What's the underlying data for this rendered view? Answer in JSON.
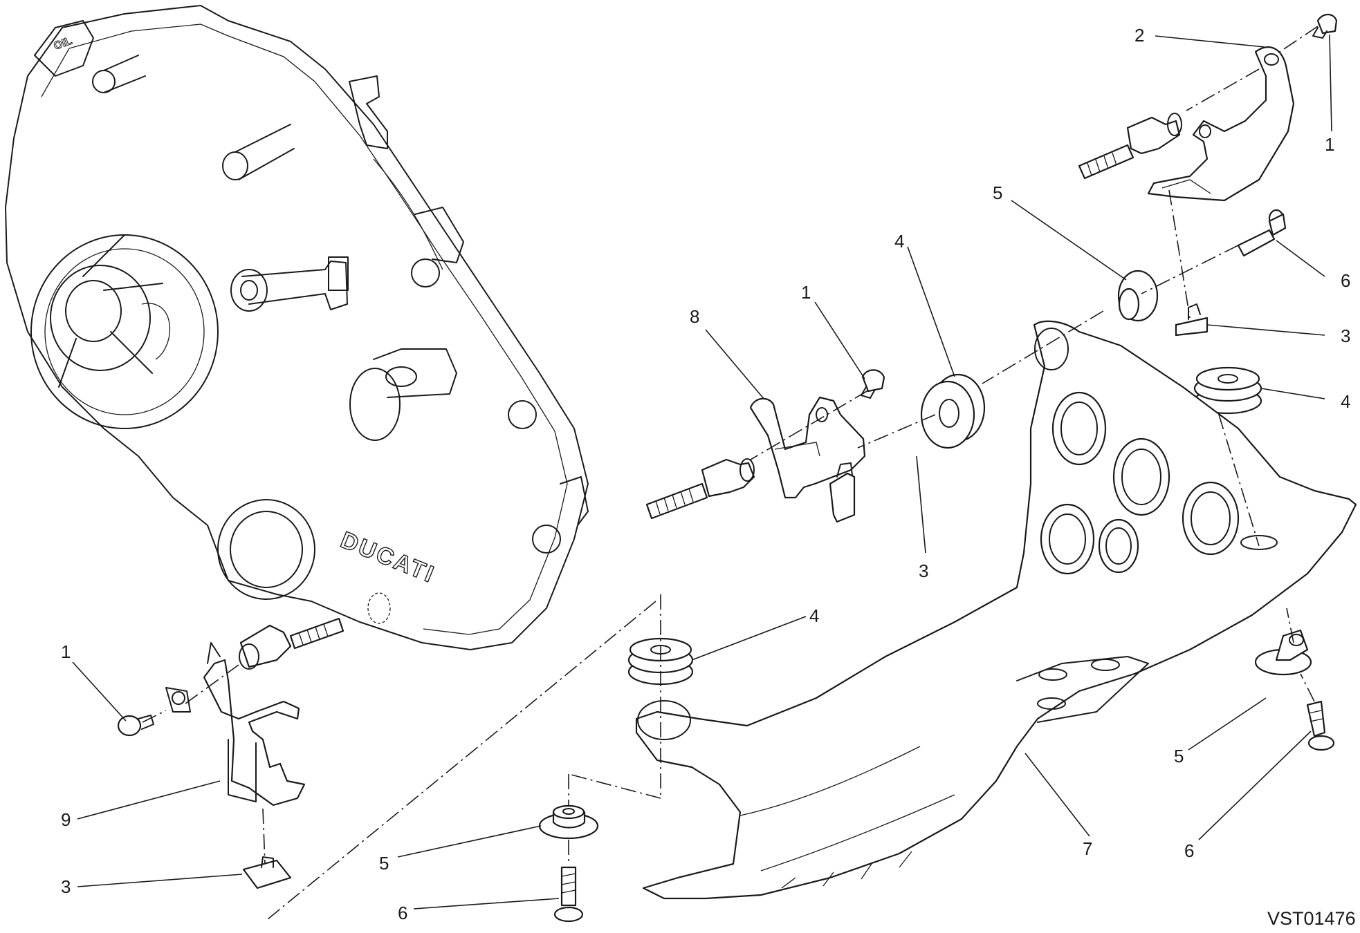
{
  "diagram_code": "VST01476",
  "cover_markings": {
    "brand": "DUCATI",
    "oil_cap": "OIL"
  },
  "callouts": [
    {
      "id": "c1a",
      "number": "2"
    },
    {
      "id": "c1b",
      "number": "1"
    },
    {
      "id": "c2",
      "number": "5"
    },
    {
      "id": "c3",
      "number": "4"
    },
    {
      "id": "c4",
      "number": "1"
    },
    {
      "id": "c5",
      "number": "8"
    },
    {
      "id": "c6",
      "number": "6"
    },
    {
      "id": "c7",
      "number": "3"
    },
    {
      "id": "c8",
      "number": "4"
    },
    {
      "id": "c9",
      "number": "3"
    },
    {
      "id": "c10",
      "number": "4"
    },
    {
      "id": "c11",
      "number": "1"
    },
    {
      "id": "c12",
      "number": "9"
    },
    {
      "id": "c13",
      "number": "3"
    },
    {
      "id": "c14",
      "number": "5"
    },
    {
      "id": "c15",
      "number": "6"
    },
    {
      "id": "c16",
      "number": "7"
    },
    {
      "id": "c17",
      "number": "5"
    },
    {
      "id": "c18",
      "number": "6"
    }
  ]
}
